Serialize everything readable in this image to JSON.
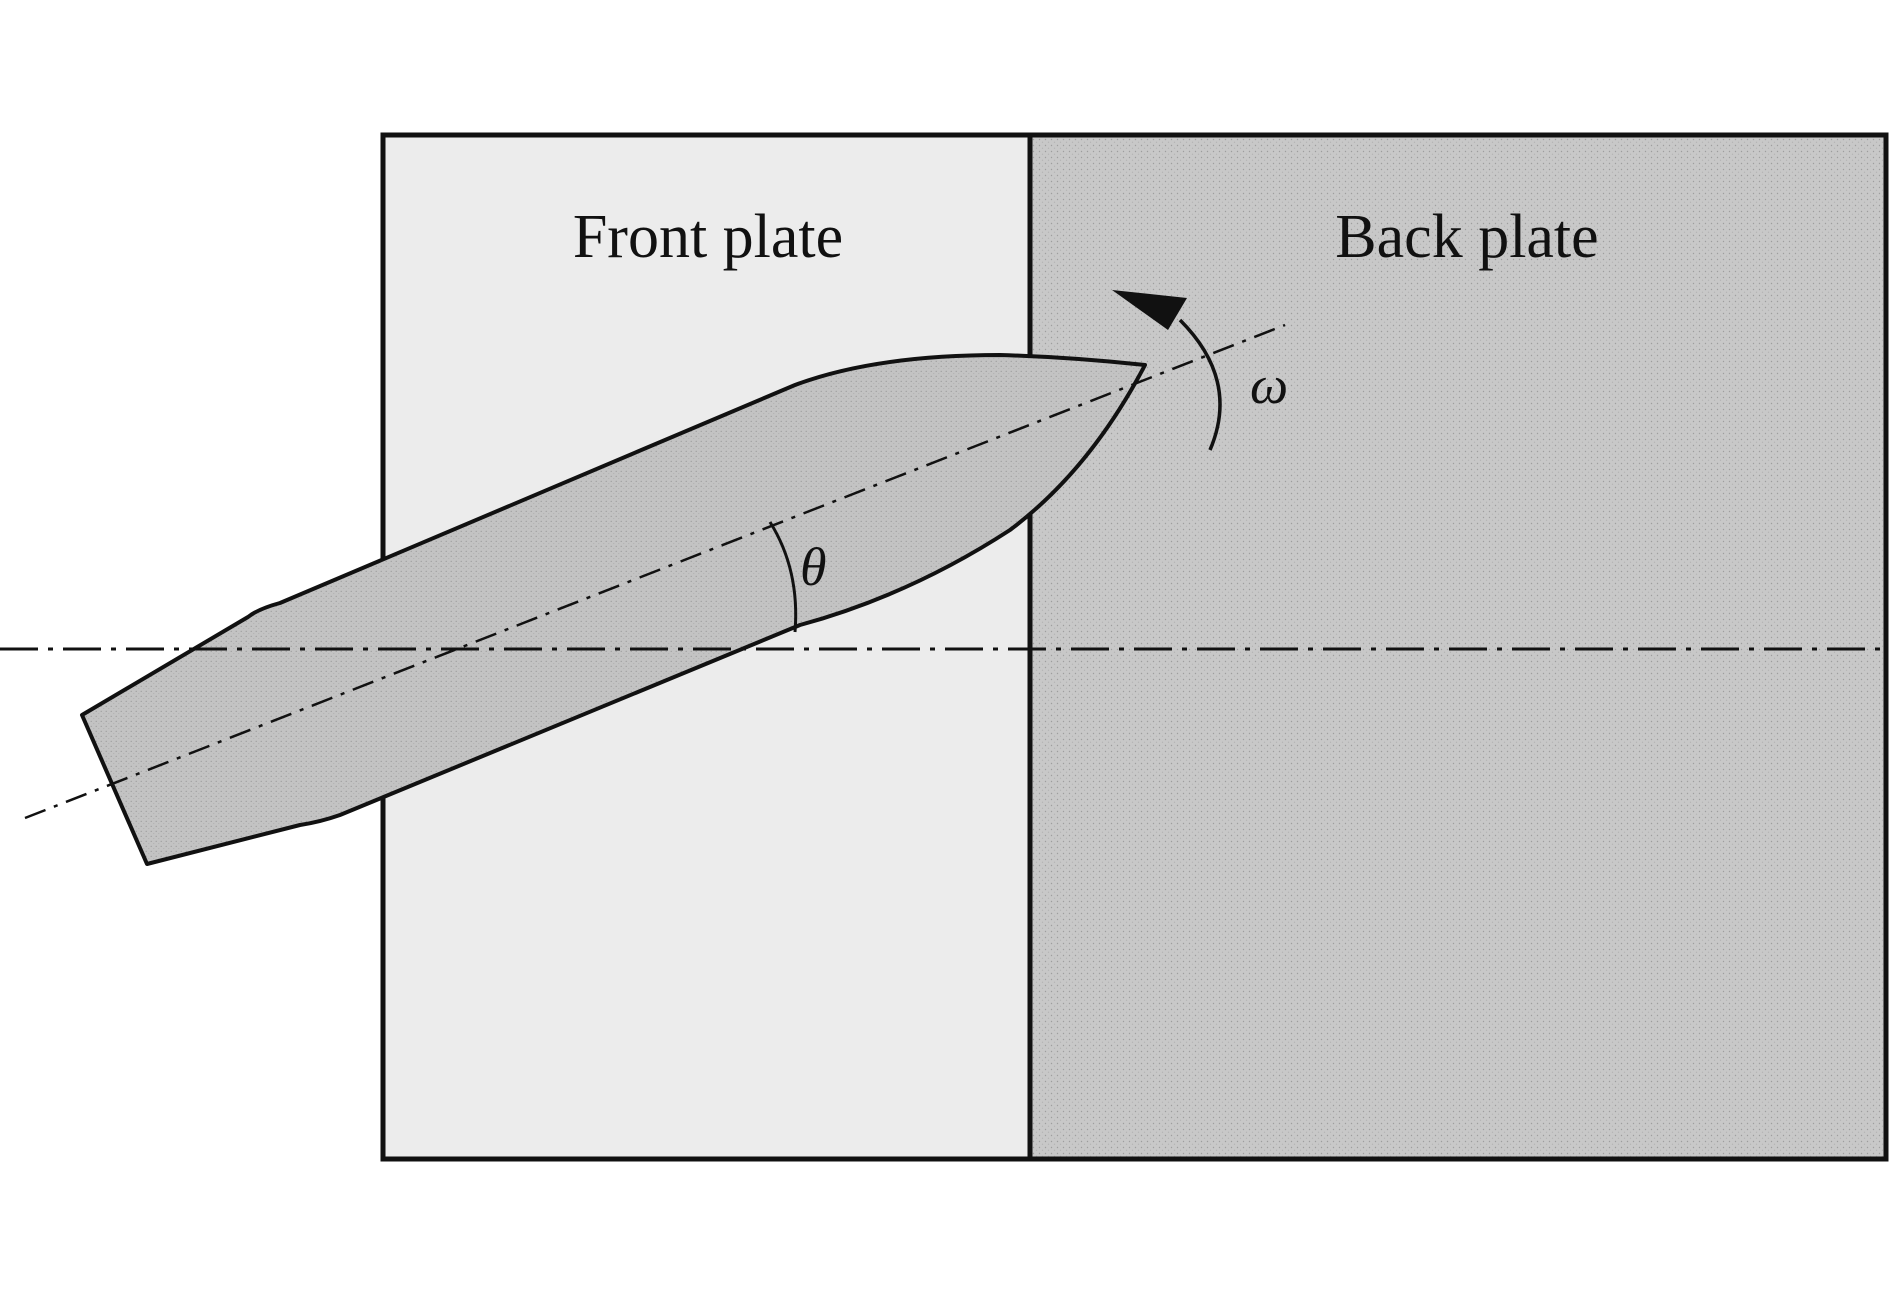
{
  "labels": {
    "front_plate": "Front plate",
    "back_plate": "Back plate",
    "angle_symbol": "θ",
    "angular_velocity_symbol": "ω"
  },
  "colors": {
    "front_plate_fill": "#ececec",
    "back_plate_fill": "#c8c8c8",
    "projectile_fill": "#c3c3c3",
    "stroke": "#111111",
    "background": "#ffffff"
  }
}
